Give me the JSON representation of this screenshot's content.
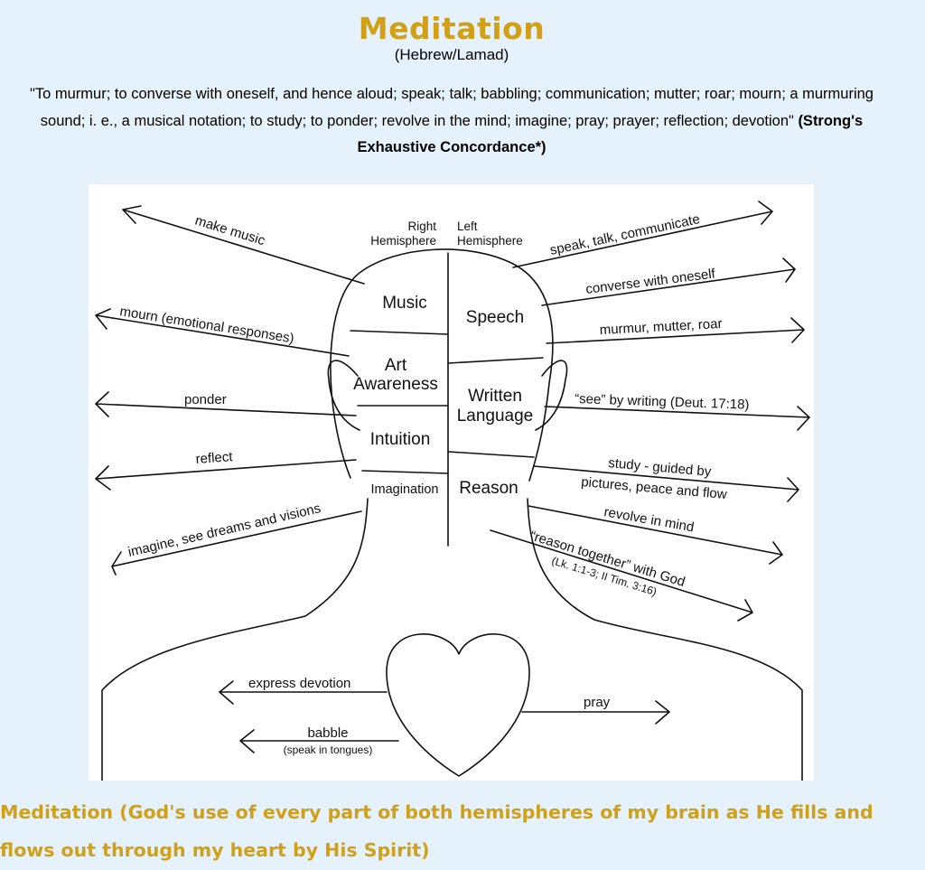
{
  "page": {
    "title": "Meditation",
    "subtitle": "(Hebrew/Lamad)",
    "definition_text": "\"To murmur; to converse with oneself, and hence aloud; speak; talk; babbling; communication; mutter; roar; mourn; a murmuring sound; i. e., a musical notation; to study; to ponder; revolve in the mind; imagine; pray; prayer; reflection; devotion\" ",
    "definition_source": "(Strong's Exhaustive Concordance*)",
    "caption": "Meditation (God's use of every part of both hemispheres of my brain as He fills and flows out through my heart by His Spirit)"
  },
  "diagram": {
    "hemispheres": {
      "right_line1": "Right",
      "right_line2": "Hemisphere",
      "left_line1": "Left",
      "left_line2": "Hemisphere"
    },
    "regions": {
      "music": "Music",
      "art_line1": "Art",
      "art_line2": "Awareness",
      "intuition": "Intuition",
      "imagination": "Imagination",
      "speech": "Speech",
      "written_line1": "Written",
      "written_line2": "Language",
      "reason": "Reason"
    },
    "left_arrows": {
      "make_music": "make music",
      "mourn": "mourn (emotional responses)",
      "ponder": "ponder",
      "reflect": "reflect",
      "imagine": "imagine, see dreams and visions"
    },
    "right_arrows": {
      "speak": "speak, talk, communicate",
      "converse": "converse with oneself",
      "murmur": "murmur, mutter, roar",
      "see_writing": "“see” by writing (Deut. 17:18)",
      "study_line1": "study - guided by",
      "study_line2": "pictures, peace and flow",
      "revolve": "revolve in mind",
      "reason_line1": "“reason together” with God",
      "reason_line2": "(Lk. 1:1-3; II Tim. 3:16)"
    },
    "heart_arrows": {
      "express_devotion": "express devotion",
      "babble": "babble",
      "babble_note": "(speak in tongues)",
      "pray": "pray"
    }
  }
}
